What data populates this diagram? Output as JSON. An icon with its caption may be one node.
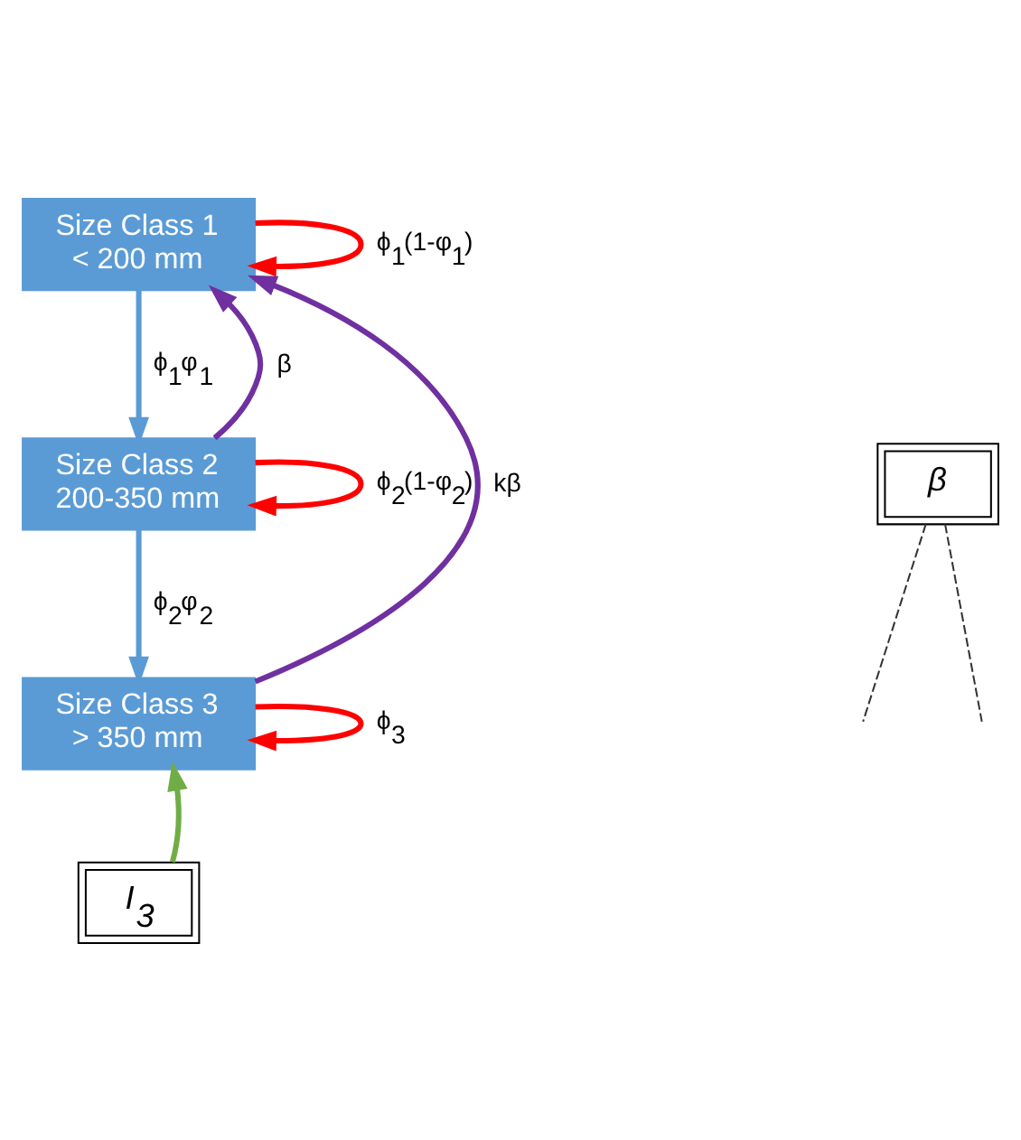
{
  "diagram": {
    "nodes": [
      {
        "text": [
          "Size Class 1",
          "< 200 mm"
        ]
      },
      {
        "text": [
          "Size Class 2",
          "200-350 mm"
        ]
      },
      {
        "text": [
          "Size Class 3",
          "> 350 mm"
        ]
      },
      {
        "text": [
          "β"
        ]
      },
      {
        "text": [
          "I$_{3}$"
        ]
      }
    ],
    "edges": [
      {
        "from": 0,
        "to": 1,
        "arrow": "to",
        "label": "ϕ$_{1}$φ$_{1}$",
        "color": "#5b9bd5"
      },
      {
        "from": 1,
        "to": 2,
        "arrow": "to",
        "label": "ϕ$_{2}$φ$_{2}$",
        "color": "#5b9bd5"
      },
      {
        "from": 0,
        "to": 0,
        "arrow": "to",
        "label": "ϕ$_{1}$(1-φ$_{1}$)",
        "color": "#ff0000"
      },
      {
        "from": 1,
        "to": 1,
        "arrow": "to",
        "label": "ϕ$_{2}$(1-φ$_{2}$)",
        "color": "#ff0000"
      },
      {
        "from": 2,
        "to": 2,
        "arrow": "to",
        "label": "ϕ$_{3}$",
        "color": "#ff0000"
      },
      {
        "from": 1,
        "to": 0,
        "arrow": "to",
        "label": "β",
        "color": "#7030a0"
      },
      {
        "from": 2,
        "to": 0,
        "arrow": "to",
        "label": "kβ",
        "color": "#7030a0"
      },
      {
        "from": 4,
        "to": 2,
        "arrow": "to",
        "color": "#70ad47"
      },
      {
        "from": 3,
        "to": null,
        "arrow": "none",
        "style": "dashed",
        "color": "#333333"
      },
      {
        "from": 3,
        "to": null,
        "arrow": "none",
        "style": "dashed",
        "color": "#333333"
      }
    ]
  }
}
